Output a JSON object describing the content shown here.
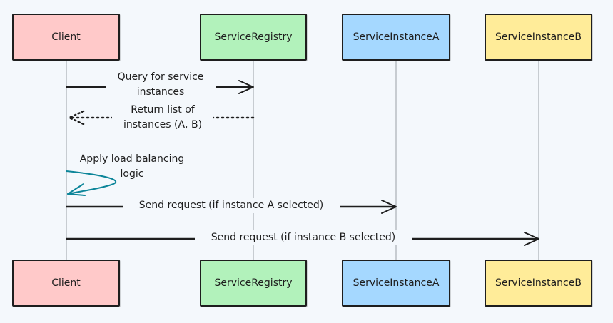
{
  "participants": [
    {
      "id": "client",
      "label": "Client",
      "fill": "#ffc9c9"
    },
    {
      "id": "registry",
      "label": "ServiceRegistry",
      "fill": "#b2f2bb"
    },
    {
      "id": "instanceA",
      "label": "ServiceInstanceA",
      "fill": "#a5d8ff"
    },
    {
      "id": "instanceB",
      "label": "ServiceInstanceB",
      "fill": "#ffec99"
    }
  ],
  "messages": [
    {
      "from": "client",
      "to": "registry",
      "label": "Query for service\ninstances",
      "style": "solid"
    },
    {
      "from": "registry",
      "to": "client",
      "label": "Return list of\ninstances (A, B)",
      "style": "dotted"
    },
    {
      "from": "client",
      "to": "client",
      "label": "Apply load balancing\nlogic",
      "style": "self"
    },
    {
      "from": "client",
      "to": "instanceA",
      "label": "Send request (if instance A selected)",
      "style": "solid"
    },
    {
      "from": "client",
      "to": "instanceB",
      "label": "Send request (if instance B selected)",
      "style": "solid"
    }
  ],
  "colors": {
    "stroke": "#1e1e1e",
    "lifeline": "#9aa0a6",
    "self_arrow": "#0c8599",
    "background": "#f4f8fc"
  }
}
